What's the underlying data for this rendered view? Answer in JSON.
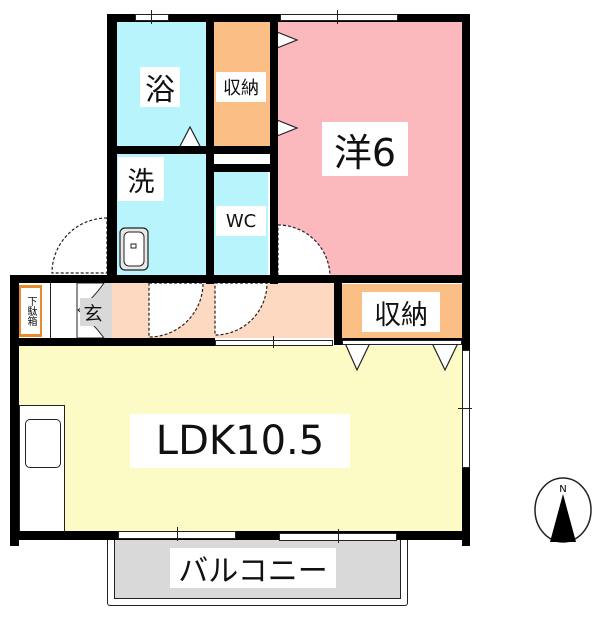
{
  "floor_plan": {
    "rooms": {
      "bath": {
        "label": "浴",
        "color": "#b7f4fb"
      },
      "storage_top": {
        "label": "収納",
        "color": "#fbbf86"
      },
      "western": {
        "label": "洋6",
        "color": "#fbb8bd"
      },
      "washroom": {
        "label": "洗",
        "color": "#b7f4fb"
      },
      "wc": {
        "label": "WC",
        "color": "#b7f4fb"
      },
      "entrance": {
        "label": "玄",
        "color": "#d9d9d9"
      },
      "shoe_box": {
        "label": "下駄箱",
        "color": "#e98a2c"
      },
      "storage_mid": {
        "label": "収納",
        "color": "#fbbf86"
      },
      "hallway": {
        "color": "#fcd9c0"
      },
      "ldk": {
        "label": "LDK10.5",
        "color": "#fdfbc5"
      },
      "balcony": {
        "label": "バルコニー",
        "color": "#d9d9d9"
      }
    },
    "compass": {
      "label": "N",
      "icon": "north-arrow-icon"
    }
  }
}
